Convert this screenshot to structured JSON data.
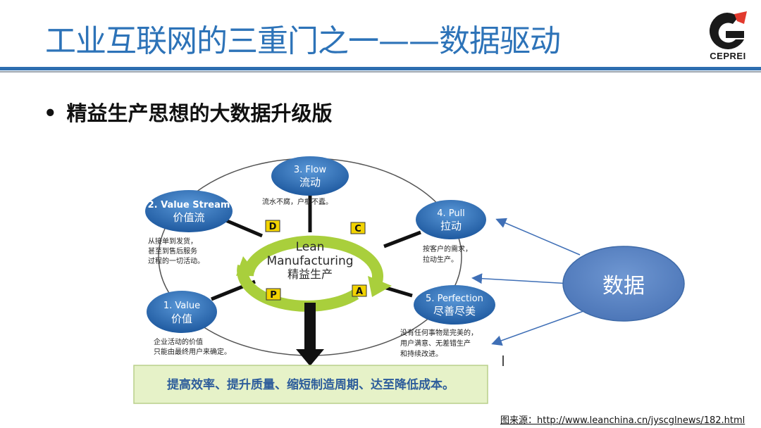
{
  "slide": {
    "title": "工业互联网的三重门之一——数据驱动",
    "bullet_marker": "•",
    "bullet": "精益生产思想的大数据升级版",
    "logo_text": "CEPREI",
    "source": "图来源：http://www.leanchina.cn/jyscglnews/182.html"
  },
  "diagram": {
    "center": {
      "line1": "Lean",
      "line2": "Manufacturing",
      "line3": "精益生产"
    },
    "pdca": {
      "d": "D",
      "c": "C",
      "p": "P",
      "a": "A"
    },
    "nodes": [
      {
        "en": "3. Flow",
        "cn": "流动",
        "desc1": "流水不腐，户枢不蠹。",
        "desc2": ""
      },
      {
        "en": "2. Value Stream",
        "cn": "价值流",
        "desc1": "从接单到发货，",
        "desc2": "甚至到售后服务",
        "desc3": "过程的一切活动。"
      },
      {
        "en": "4. Pull",
        "cn": "拉动",
        "desc1": "按客户的需求，",
        "desc2": "拉动生产。"
      },
      {
        "en": "1. Value",
        "cn": "价值",
        "desc1": "企业活动的价值",
        "desc2": "只能由最终用户来确定。"
      },
      {
        "en": "5. Perfection",
        "cn": "尽善尽美",
        "desc1": "没有任何事物是完美的，",
        "desc2": "用户满意、无差错生产",
        "desc3": "和持续改进。"
      }
    ],
    "result": "提高效率、提升质量、缩短制造周期、达至降低成本。",
    "data_bubble": "数据",
    "colors": {
      "node_blue": "#2b6cb5",
      "ring_green": "#a9cf3c",
      "bubble": "#5b86c6",
      "result_bg": "#e6f2c8"
    }
  }
}
